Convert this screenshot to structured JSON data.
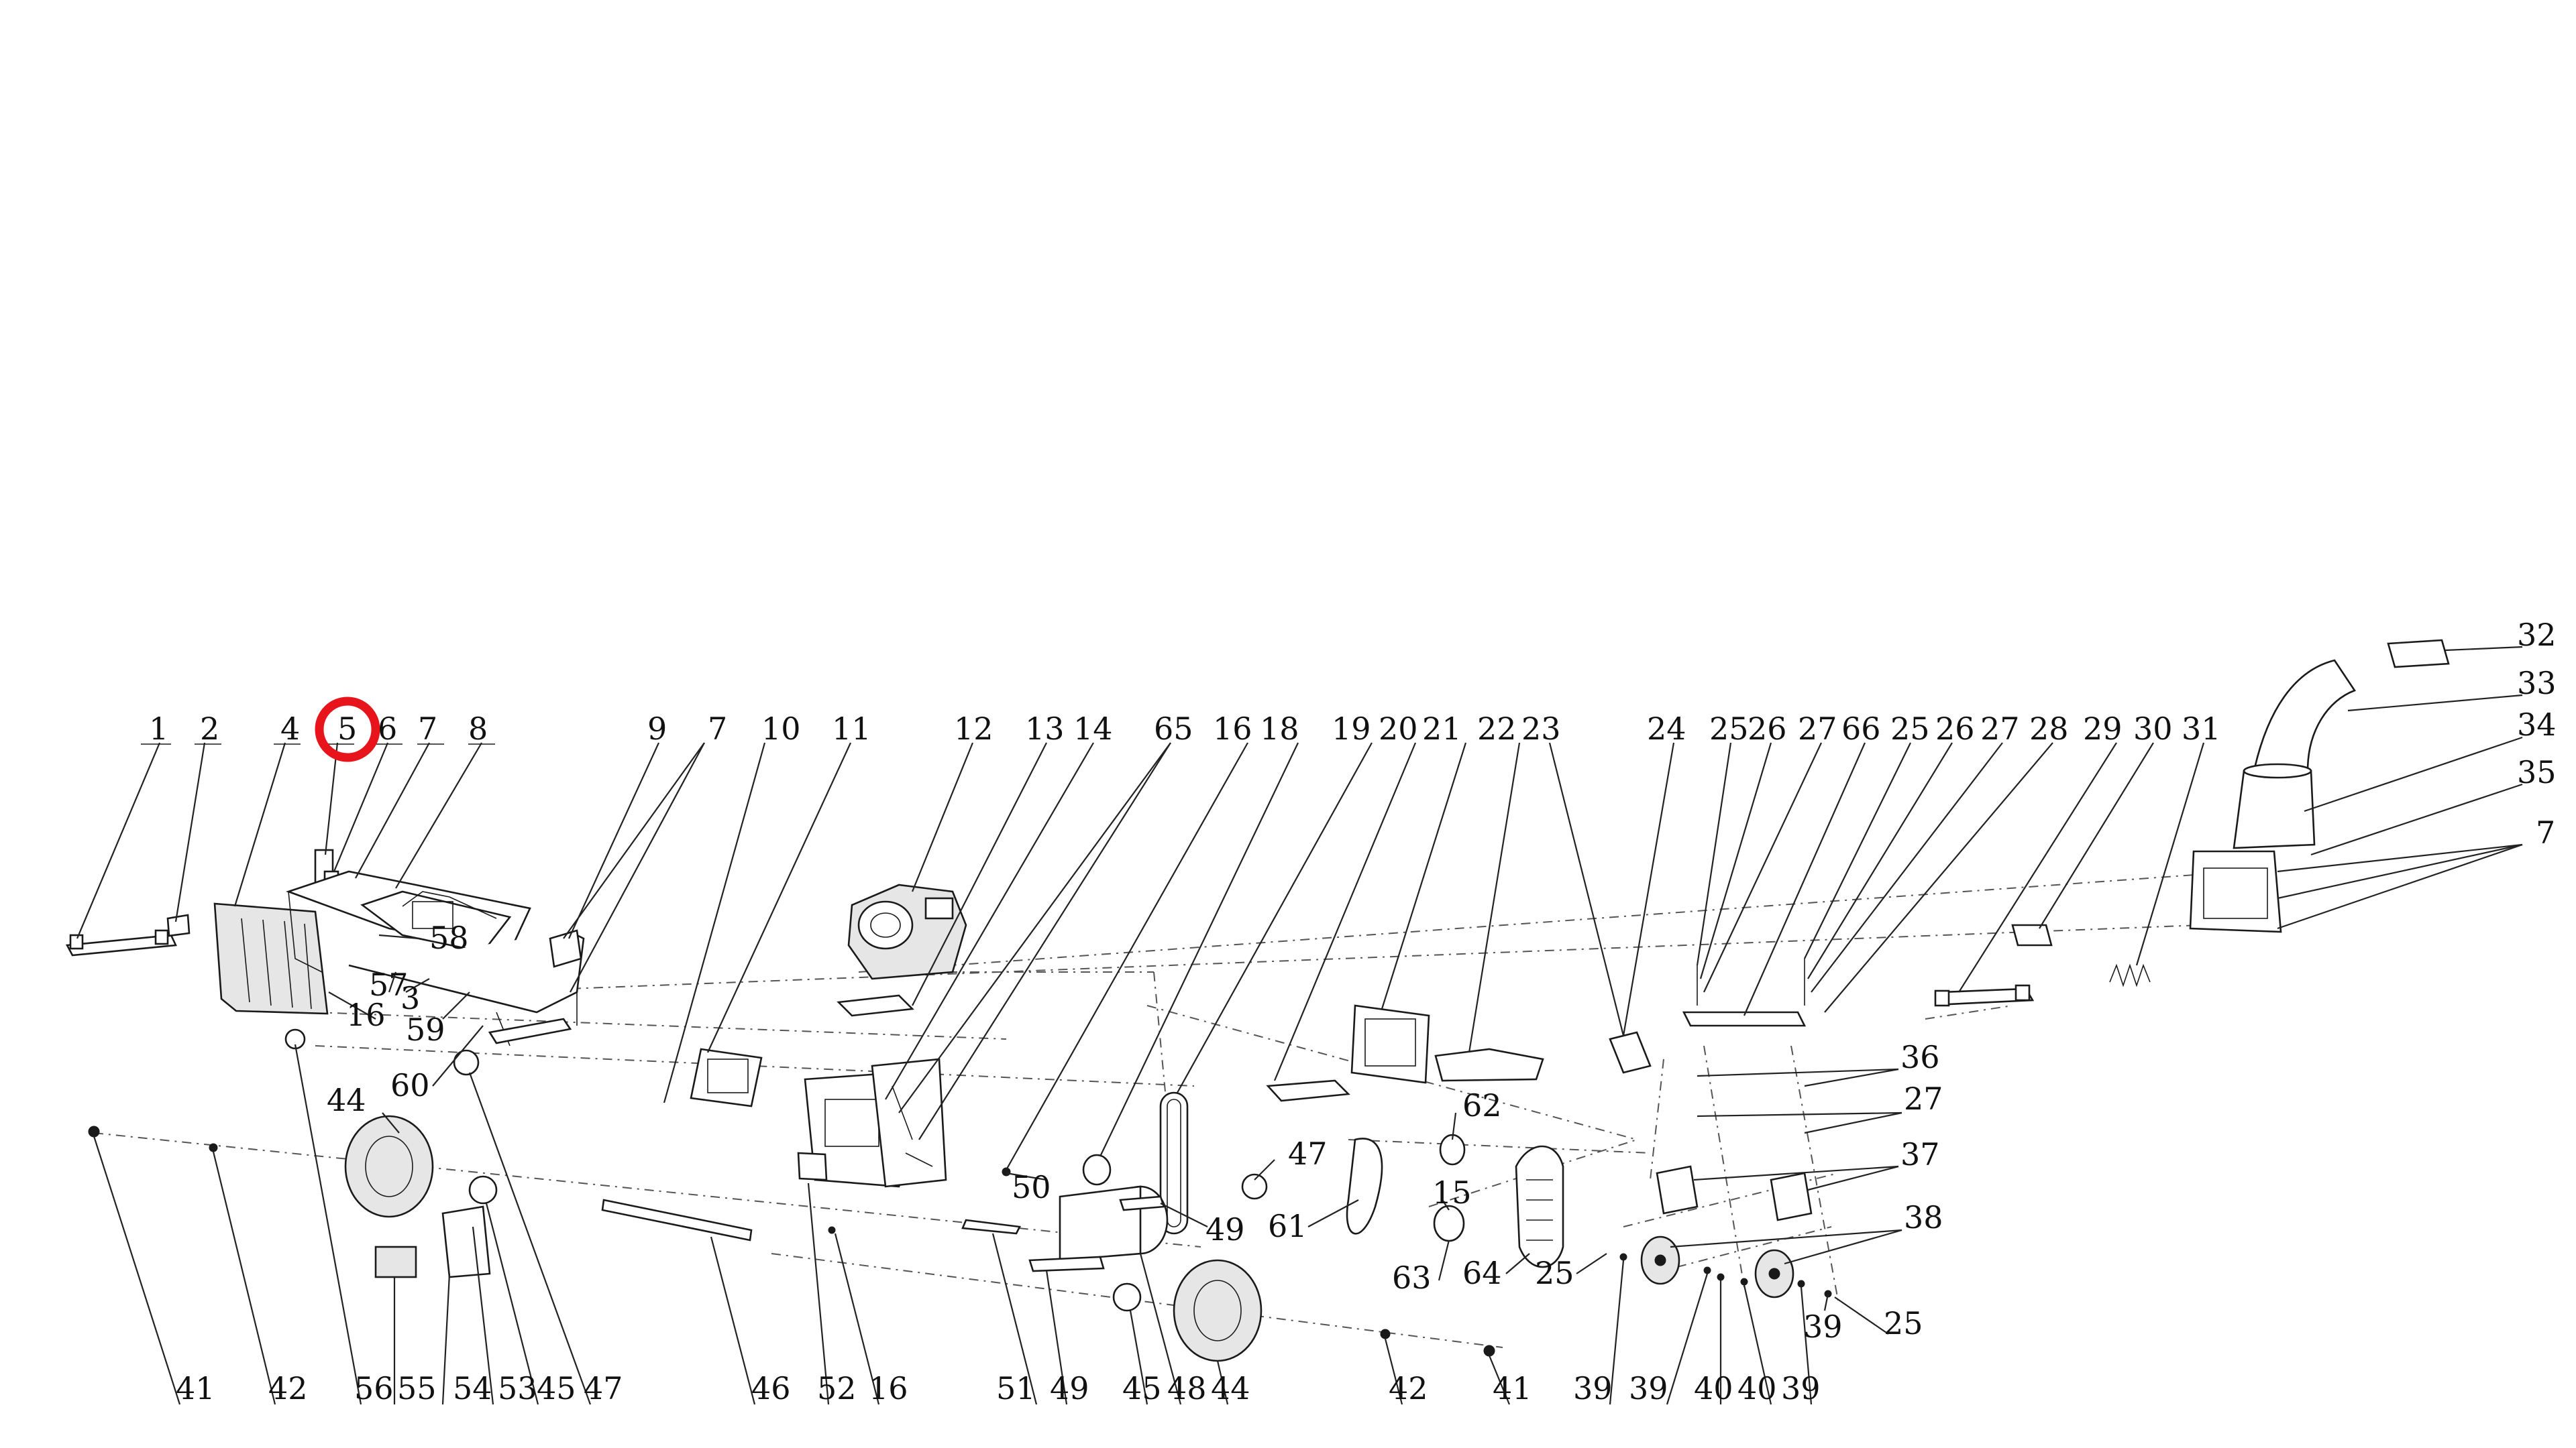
{
  "highlight": {
    "label": "5",
    "color": "#e8141c"
  },
  "callouts_top_row": [
    "1",
    "2",
    "4",
    "5",
    "6",
    "7",
    "8",
    "9",
    "7",
    "10",
    "11",
    "12",
    "13",
    "14",
    "65",
    "16",
    "18",
    "19",
    "20",
    "21",
    "22",
    "23",
    "24",
    "25",
    "26",
    "27",
    "66",
    "25",
    "26",
    "27",
    "28",
    "29",
    "30",
    "31"
  ],
  "callouts_right_column": [
    "32",
    "33",
    "34",
    "35",
    "7"
  ],
  "callouts_bottom_row": [
    "41",
    "42",
    "56",
    "55",
    "54",
    "53",
    "45",
    "47",
    "46",
    "52",
    "16",
    "51",
    "49",
    "45",
    "48",
    "44",
    "42",
    "41",
    "39",
    "39",
    "40",
    "40",
    "39"
  ],
  "callouts_middle": [
    "58",
    "57",
    "3",
    "16",
    "59",
    "60",
    "44",
    "62",
    "47",
    "50",
    "49",
    "61",
    "15",
    "63",
    "64",
    "25",
    "36",
    "27",
    "37",
    "38",
    "39",
    "25"
  ]
}
